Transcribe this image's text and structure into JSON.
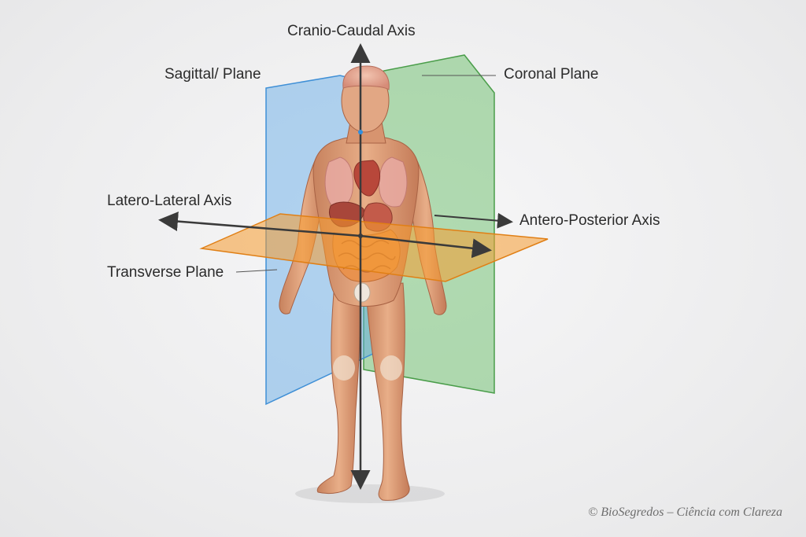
{
  "labels": {
    "cranio_caudal_axis": "Cranio-Caudal Axis",
    "sagittal_plane": "Sagittal/ Plane",
    "coronal_plane": "Coronal Plane",
    "latero_lateral_axis": "Latero-Lateral Axis",
    "antero_posterior_axis": "Antero-Posterior Axis",
    "transverse_plane": "Transverse Plane"
  },
  "credit": "© BioSegredos – Ciência com Clareza",
  "colors": {
    "sagittal_plane": "#5aa6e6",
    "coronal_plane": "#5cb85c",
    "transverse_plane": "#f59a2e",
    "axis": "#3a3a3a",
    "skin": "#e0a07c",
    "muscle": "#c97a5a",
    "organ": "#b8473a"
  }
}
